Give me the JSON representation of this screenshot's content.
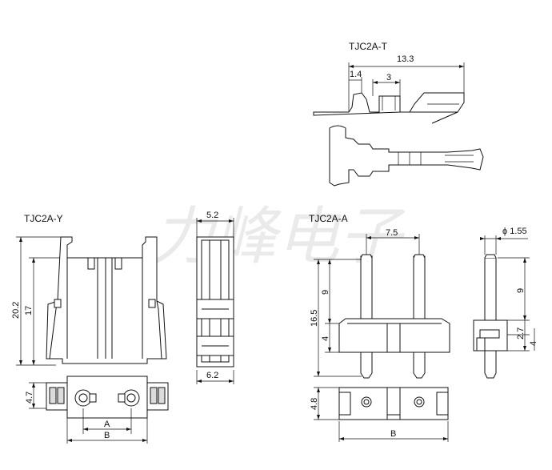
{
  "watermark": "力峰电子",
  "terminal": {
    "title": "TJC2A-T",
    "dims": {
      "overall": "13.3",
      "tip": "1.4",
      "middle": "3"
    }
  },
  "housing": {
    "title": "TJC2A-Y",
    "dims": {
      "height_total": "20.2",
      "height_body": "17",
      "top_width": "5.2",
      "side_width": "6.2",
      "bottom_height": "4.7",
      "dim_a": "A",
      "dim_b": "B"
    }
  },
  "header": {
    "title": "TJC2A-A",
    "dims": {
      "pitch": "7.5",
      "diameter": "ϕ 1.55",
      "total_height": "16.5",
      "pin_above": "9",
      "base_height": "4",
      "side_pin": "9",
      "side_27": "2.7",
      "side_4": "4",
      "bottom_height": "4.8",
      "dim_b": "B"
    }
  }
}
